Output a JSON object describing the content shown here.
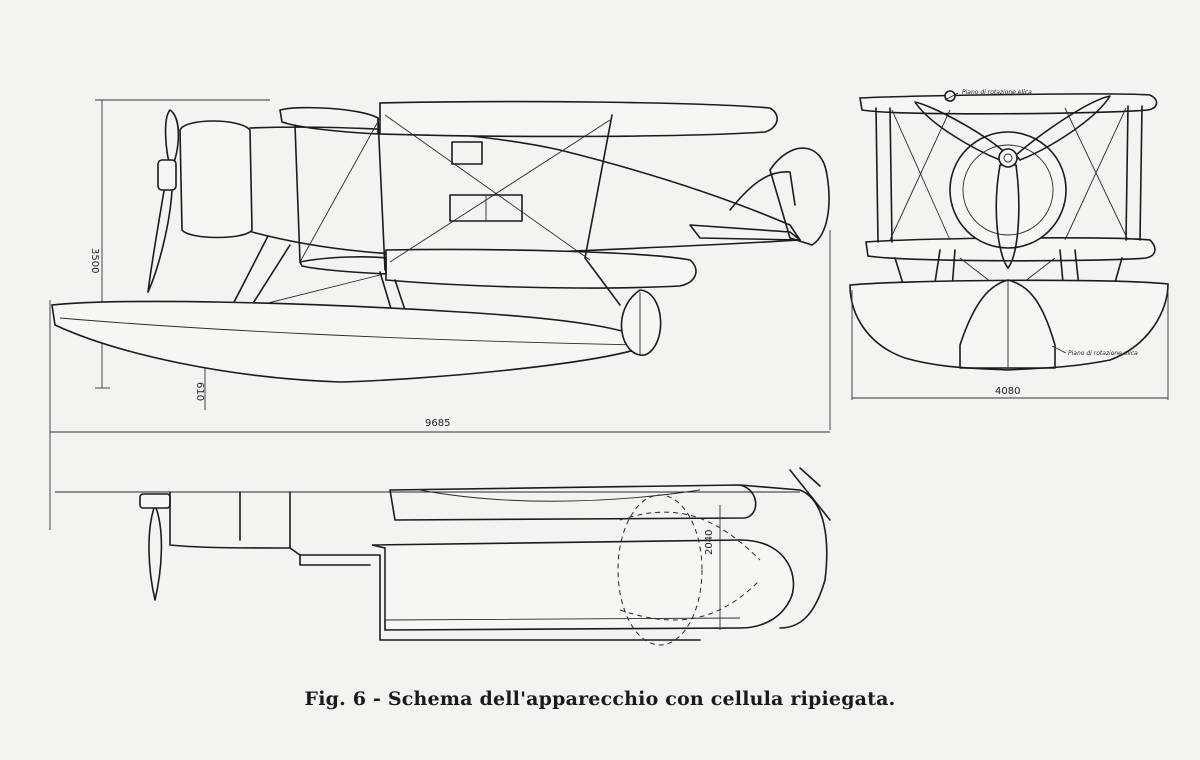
{
  "caption": "Fig. 6 - Schema dell'apparecchio con cellula ripiegata.",
  "dimensions": {
    "height": "3500",
    "length": "9685",
    "float_offset": "610",
    "front_width": "4080",
    "top_width": "2040"
  },
  "annotations": {
    "upper_plane": "Piano di rotazione elica",
    "lower_plane": "Piano di rotazione elica"
  }
}
